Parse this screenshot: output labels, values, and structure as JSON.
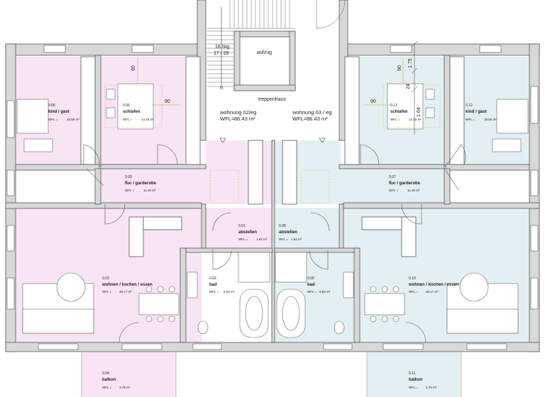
{
  "colors": {
    "unit_02_fill": "#f7e4f5",
    "unit_03_fill": "#e4eff3",
    "wall": "#d8d8d8",
    "wall_line": "#555555",
    "dim_yellow": "#c9c14a"
  },
  "stair": {
    "steps_label": "16 Stg",
    "ratio_label": "17 / 28",
    "elevator_label": "aufzug",
    "hall_label": "treppenhaus"
  },
  "units": {
    "u02": {
      "title": "wohnung 02/eg",
      "wfl_label": "WFL=",
      "wfl_value": "86.43 m²"
    },
    "u03": {
      "title": "wohnung 03 / eg",
      "wfl_label": "WFL=",
      "wfl_value": "86.43 m²"
    }
  },
  "rooms": {
    "r05": {
      "num": "0.05",
      "name": "kind / gast",
      "wfl": "WFL =",
      "area": "15.65 m²"
    },
    "r06": {
      "num": "0.06",
      "name": "schlafen",
      "wfl": "WFL =",
      "area": "14.15 m²"
    },
    "r00": {
      "num": "0.00",
      "name": "flur / garderobe",
      "wfl": "WFL =",
      "area": "11.40 m²"
    },
    "r01": {
      "num": "0.01",
      "name": "abstellen",
      "wfl": "WFL =",
      "area": "1.64 m²"
    },
    "r02": {
      "num": "0.02",
      "name": "bad",
      "wfl": "WFL =",
      "area": "9.64 m²"
    },
    "r03": {
      "num": "0.03",
      "name": "wohnen / kochen / essen",
      "wfl": "WFL =",
      "area": "30.17 m²"
    },
    "r04": {
      "num": "0.04",
      "name": "balkon",
      "wfl": "WFL =",
      "area": "3.79 m²"
    },
    "r12": {
      "num": "0.12",
      "name": "kind / gast",
      "wfl": "WFL =",
      "area": "15.65 m²"
    },
    "r13": {
      "num": "0.13",
      "name": "schlafen",
      "wfl": "WFL =",
      "area": "14.15 m²"
    },
    "r07": {
      "num": "0.07",
      "name": "flur / garderobe",
      "wfl": "WFL =",
      "area": "11.40 m²"
    },
    "r08": {
      "num": "0.08",
      "name": "abstellen",
      "wfl": "WFL =",
      "area": "1.64 m²"
    },
    "r09": {
      "num": "0.09",
      "name": "bad",
      "wfl": "WFL =",
      "area": "9.64 m²"
    },
    "r10": {
      "num": "0.10",
      "name": "wohnen / kochen / essen",
      "wfl": "WFL =",
      "area": "30.17 m²"
    },
    "r11": {
      "num": "0.11",
      "name": "balkon",
      "wfl": "WFL =",
      "area": "3.79 m²"
    }
  },
  "dims": {
    "d90_a": "90",
    "d90_b": "90",
    "d90_c": "90",
    "d90_d": "90",
    "d175": "1.75",
    "d24": "24",
    "d164": "1.64"
  }
}
